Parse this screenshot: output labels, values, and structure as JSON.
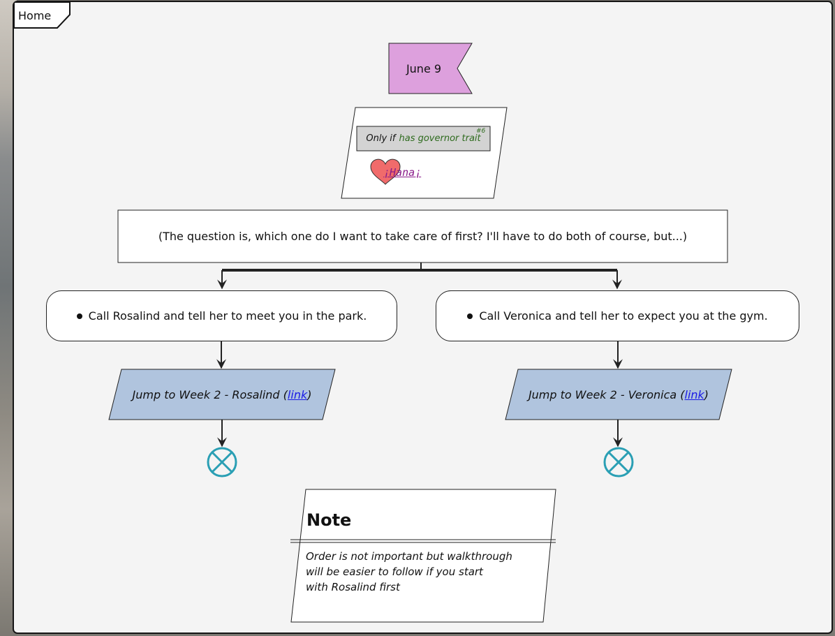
{
  "tab": {
    "label": "Home"
  },
  "date": {
    "label": "June 9"
  },
  "condition": {
    "prefix": "Only if",
    "trait": "has governor trait",
    "index": "#6",
    "character": "¡Hana¡"
  },
  "question": {
    "text": "(The question is, which one do I want to take care of first? I'll have to do both of course, but...)"
  },
  "branches": [
    {
      "choice": "Call Rosalind and tell her to meet you in the park.",
      "jump": "Jump to Week 2 - Rosalind",
      "link": "link"
    },
    {
      "choice": "Call Veronica and tell her to expect you at the gym.",
      "jump": "Jump to Week 2 - Veronica",
      "link": "link"
    }
  ],
  "note": {
    "title": "Note",
    "lines": [
      "Order is not important but walkthrough",
      "will be easier to follow if you start",
      "with Rosalind first"
    ]
  },
  "colors": {
    "date_fill": "#dda0dd",
    "jump_fill": "#b0c4de",
    "end_stroke": "#2a9fb4",
    "trait_text": "#2e6b1e",
    "condition_fill": "#d3d3d3",
    "heart": "#f06b6b",
    "hana_link": "#8a1b8a",
    "link": "#1a1ae6"
  }
}
